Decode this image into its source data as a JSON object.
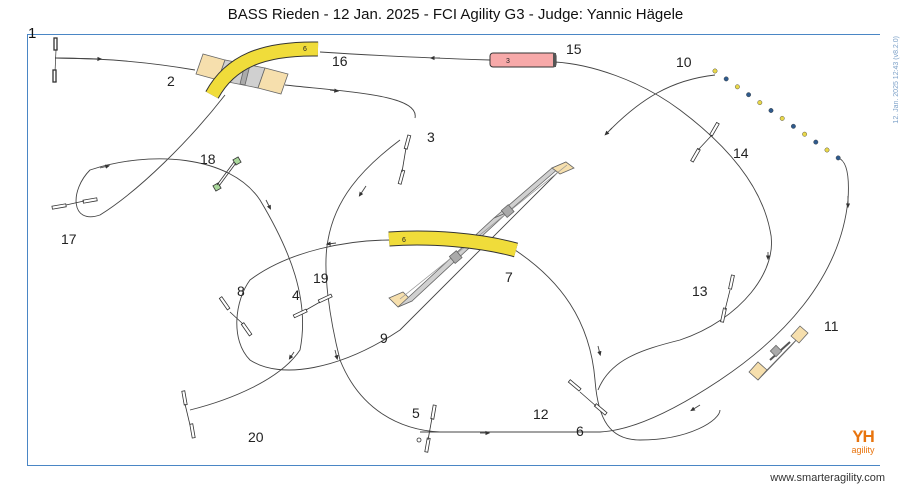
{
  "header": {
    "title": "BASS Rieden - 12 Jan. 2025 - FCI Agility G3 - Judge: Yannic Hägele",
    "start_label": "1"
  },
  "side_stamp": "12. Jan. 2025 12:43 (v8.2.0)",
  "footer": {
    "website": "www.smarteragility.com"
  },
  "logo": {
    "mark": "YH",
    "text": "agility"
  },
  "course": {
    "obstacle_numbers": [
      "2",
      "3",
      "4",
      "5",
      "6",
      "7",
      "8",
      "9",
      "10",
      "11",
      "12",
      "13",
      "14",
      "15",
      "16",
      "17",
      "18",
      "19",
      "20"
    ],
    "tunnel_labels": {
      "tunnel_16": "6",
      "tunnel_7": "6",
      "tunnel_15": "3"
    },
    "colors": {
      "frame": "#4a86c5",
      "tunnel": "#f0dc3a",
      "tunnel_red": "#f7a9a9",
      "contact": "#f6dfad",
      "weave_a": "#e9d84a",
      "weave_b": "#2f5a8c",
      "line": "#444444"
    }
  }
}
